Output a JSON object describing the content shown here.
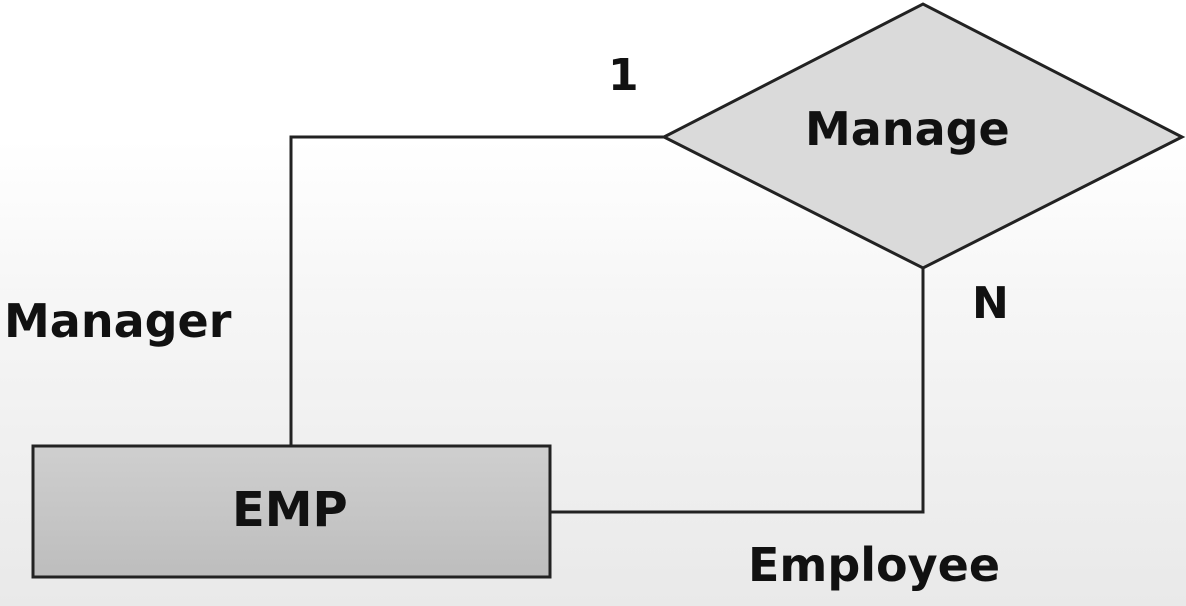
{
  "diagram": {
    "entity": {
      "label": "EMP"
    },
    "relationship": {
      "label": "Manage"
    },
    "roles": {
      "manager": "Manager",
      "employee": "Employee"
    },
    "cardinalities": {
      "manager_side": "1",
      "employee_side": "N"
    },
    "colors": {
      "entity_fill": "#c6c6c6",
      "relationship_fill": "#dadada",
      "stroke": "#222222",
      "text": "#111111"
    }
  }
}
